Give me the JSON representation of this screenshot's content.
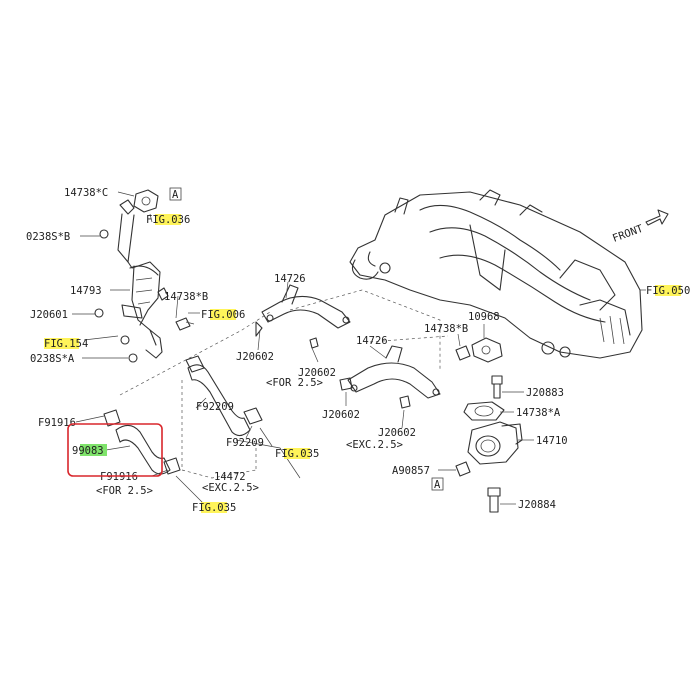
{
  "labels": {
    "p14738_c": "14738*C",
    "p0238s_b": "0238S*B",
    "p14793": "14793",
    "j20601": "J20601",
    "p14738_b": "14738*B",
    "p0238s_a": "0238S*A",
    "f91916_top": "F91916",
    "p99083": "99083",
    "f91916_bot": "F91916",
    "for25_left": "<FOR 2.5>",
    "f92209_a": "F92209",
    "f92209_b": "F92209",
    "p14472": "14472",
    "exc25_mid": "<EXC.2.5>",
    "p14726_a": "14726",
    "j20602_a": "J20602",
    "j20602_b": "J20602",
    "for25_mid": "<FOR 2.5>",
    "p14726_b": "14726",
    "j20602_c": "J20602",
    "j20602_d": "J20602",
    "exc25_right": "<EXC.2.5>",
    "p10968": "10968",
    "p14738_b2": "14738*B",
    "j20883": "J20883",
    "p14738_a": "14738*A",
    "p14710": "14710",
    "a90857": "A90857",
    "j20884": "J20884",
    "front": "FRONT",
    "ref_a_top": "A",
    "ref_a_bot": "A"
  },
  "fig_refs": {
    "fig036": {
      "pre": "F",
      "hl": "IG.03",
      "post": "6"
    },
    "fig006": {
      "pre": "F",
      "hl": "IG.00",
      "post": "6"
    },
    "fig154": {
      "pre": "",
      "hl": "FIG.15",
      "post": "4"
    },
    "fig050": {
      "pre": "F",
      "hl": "IG.05",
      "post": "0"
    },
    "fig035_a": {
      "pre": "F",
      "hl": "IG.03",
      "post": "5"
    },
    "fig035_b": {
      "pre": "F",
      "hl": "IG.03",
      "post": "5"
    }
  },
  "colors": {
    "highlight_yellow": "#fff45a",
    "highlight_green": "#7fe36b",
    "selection_box": "#d9262c"
  }
}
